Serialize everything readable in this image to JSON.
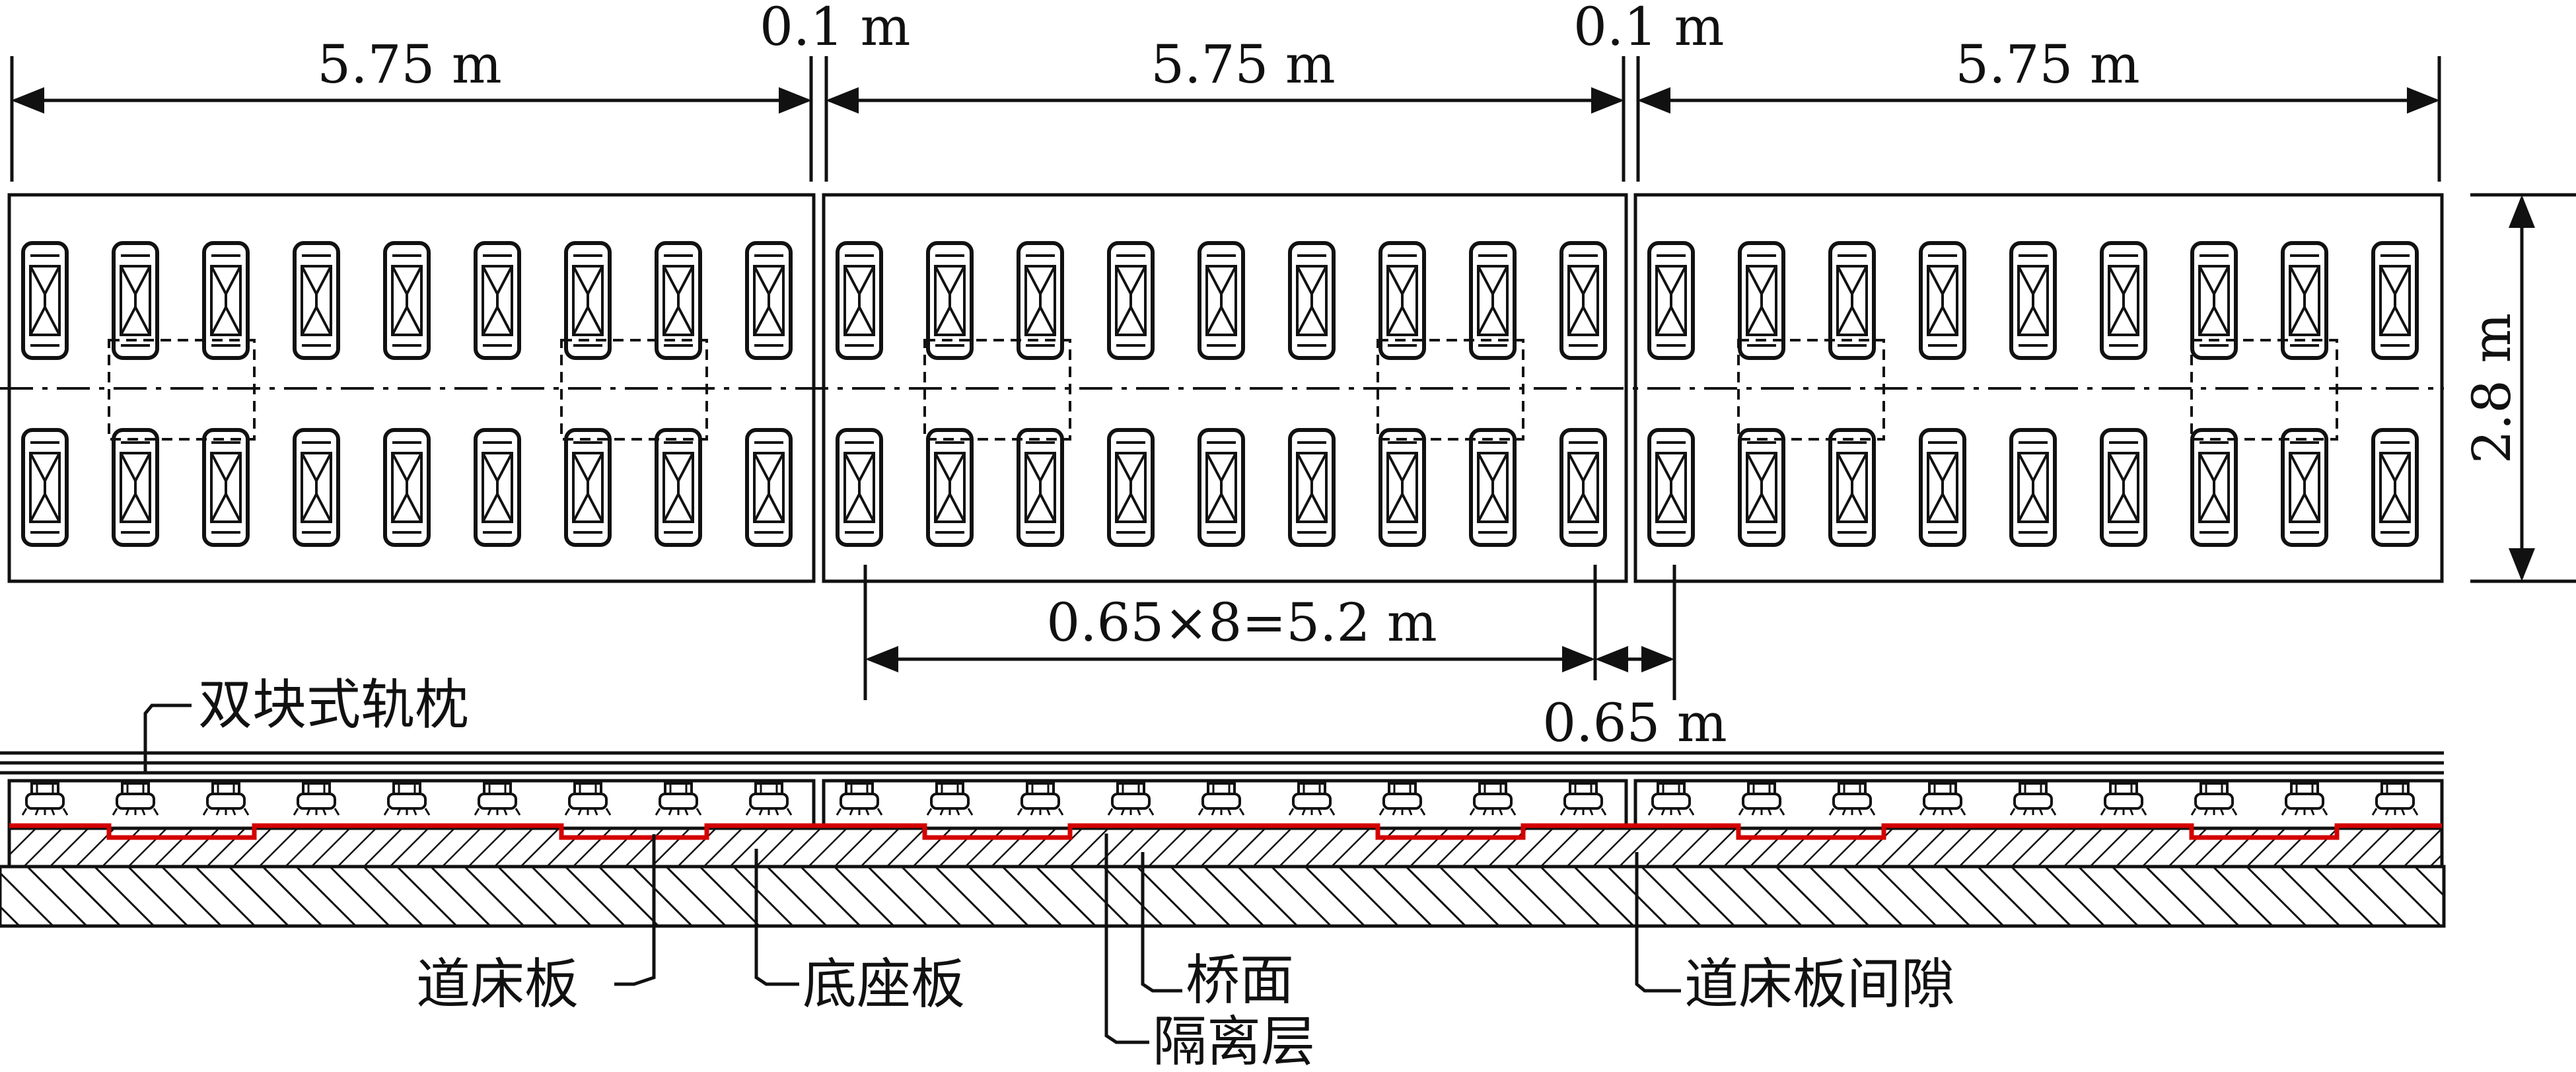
{
  "dimensions": {
    "slab_length_1": "5.75 m",
    "slab_length_2": "5.75 m",
    "slab_length_3": "5.75 m",
    "gap_1": "0.1 m",
    "gap_2": "0.1 m",
    "slab_width": "2.8 m",
    "sleeper_span": "0.65×8=5.2 m",
    "sleeper_spacing": "0.65 m"
  },
  "labels": {
    "sleeper": "双块式轨枕",
    "track_slab": "道床板",
    "base_plate": "底座板",
    "bridge_deck": "桥面",
    "isolation_layer": "隔离层",
    "slab_gap": "道床板间隙"
  },
  "colors": {
    "line": "#111111",
    "isolation_layer": "#d40000"
  },
  "slab_count": 3,
  "sleepers_per_row": 9
}
